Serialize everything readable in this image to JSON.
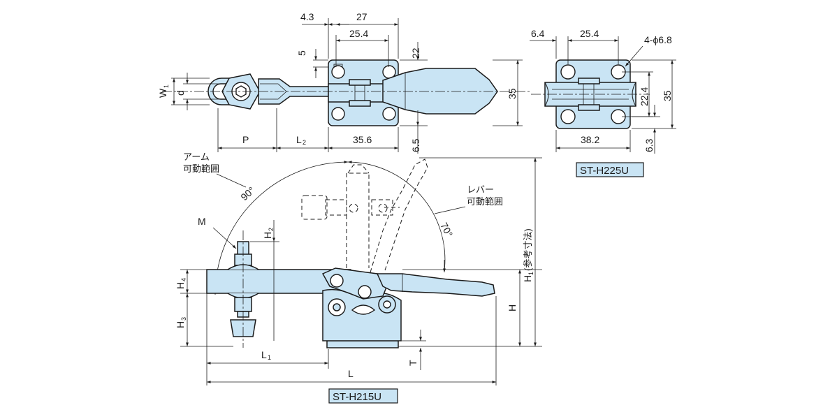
{
  "top_view": {
    "dims": {
      "d_43": "4.3",
      "d_27": "27",
      "d_254": "25.4",
      "d_5": "5",
      "d_22": "22",
      "d_35": "35",
      "d_356": "35.6",
      "d_65": "6.5",
      "p": "P",
      "l2": "L",
      "l2_sub": "2",
      "w1": "W",
      "w1_sub": "1",
      "d": "d"
    }
  },
  "base_view": {
    "dims": {
      "d_64": "6.4",
      "d_254": "25.4",
      "d_hole": "4-ϕ6.8",
      "d_224": "22.4",
      "d_35": "35",
      "d_382": "38.2",
      "d_63": "6.3"
    },
    "model_label": "ST-H225U"
  },
  "side_view": {
    "arm_label_line1": "アーム",
    "arm_label_line2": "可動範囲",
    "arm_angle": "90°",
    "lever_label_line1": "レバー",
    "lever_label_line2": "可動範囲",
    "lever_angle": "70°",
    "dims": {
      "m": "M",
      "h2": "H",
      "h2_sub": "2",
      "h4": "H",
      "h4_sub": "4",
      "h3": "H",
      "h3_sub": "3",
      "h": "H",
      "h1": "H",
      "h1_sub": "1",
      "h1_note": "(参考寸法)",
      "t": "T",
      "l1": "L",
      "l1_sub": "1",
      "l": "L"
    },
    "model_label": "ST-H215U"
  }
}
